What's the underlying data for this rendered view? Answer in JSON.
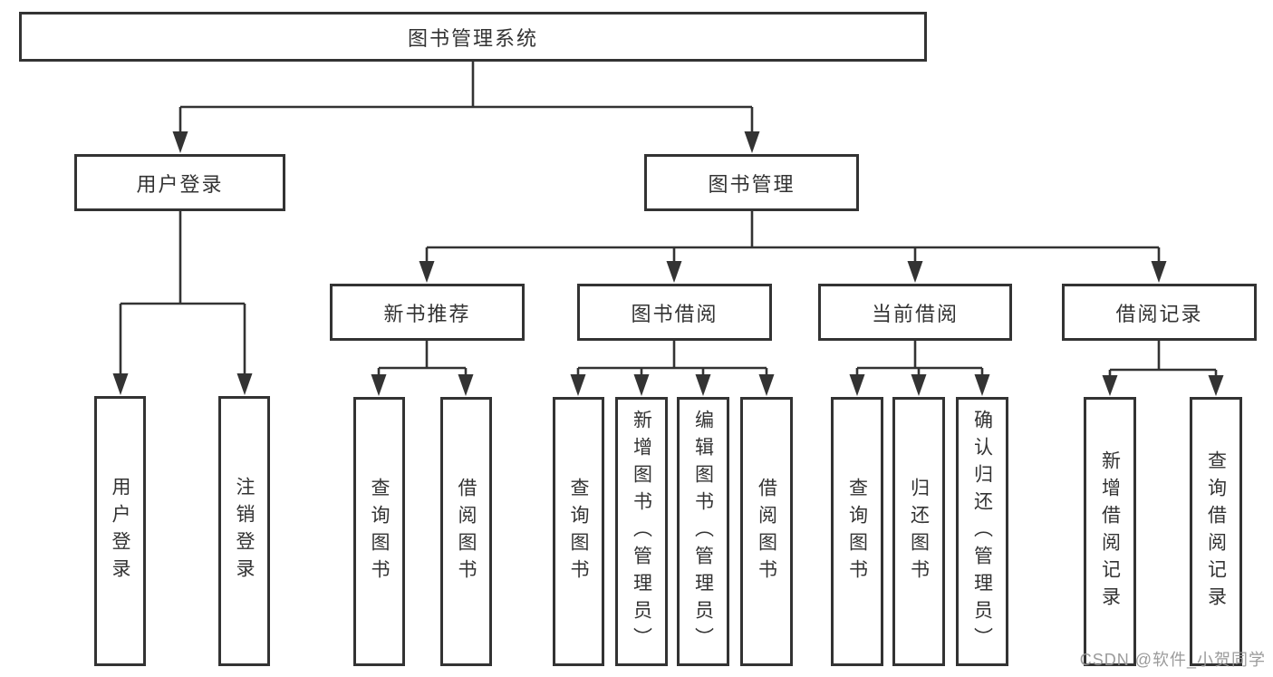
{
  "tree": {
    "root": {
      "label": "图书管理系统"
    },
    "user_login": {
      "label": "用户登录",
      "children": [
        {
          "label": "用户登录"
        },
        {
          "label": "注销登录"
        }
      ]
    },
    "book_mgmt": {
      "label": "图书管理",
      "sections": [
        {
          "label": "新书推荐",
          "children": [
            {
              "label": "查询图书"
            },
            {
              "label": "借阅图书"
            }
          ]
        },
        {
          "label": "图书借阅",
          "children": [
            {
              "label": "查询图书"
            },
            {
              "label": "新增图书（管理员）"
            },
            {
              "label": "编辑图书（管理员）"
            },
            {
              "label": "借阅图书"
            }
          ]
        },
        {
          "label": "当前借阅",
          "children": [
            {
              "label": "查询图书"
            },
            {
              "label": "归还图书"
            },
            {
              "label": "确认归还（管理员）"
            }
          ]
        },
        {
          "label": "借阅记录",
          "children": [
            {
              "label": "新增借阅记录"
            },
            {
              "label": "查询借阅记录"
            }
          ]
        }
      ]
    }
  },
  "watermark": {
    "text": "CSDN @软件_小贺同学"
  },
  "colors": {
    "line": "#333333",
    "border": "#333333",
    "text": "#333333",
    "watermark": "#969696",
    "background": "#ffffff"
  }
}
